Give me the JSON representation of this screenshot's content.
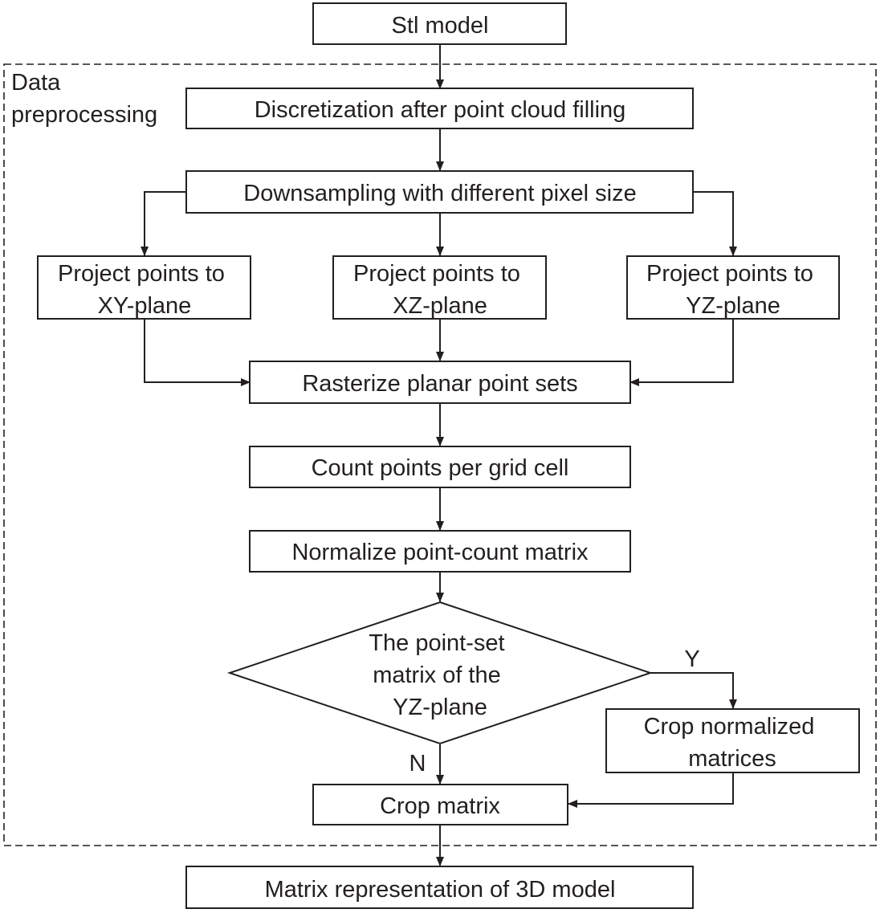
{
  "group_label": [
    "Data",
    "preprocessing"
  ],
  "nodes": {
    "stl": [
      "Stl model"
    ],
    "discretize": [
      "Discretization after point cloud filling"
    ],
    "downsample": [
      "Downsampling with different pixel size"
    ],
    "proj_xy": [
      "Project points to",
      "XY-plane"
    ],
    "proj_xz": [
      "Project points to",
      "XZ-plane"
    ],
    "proj_yz": [
      "Project points to",
      "YZ-plane"
    ],
    "rasterize": [
      "Rasterize planar point sets"
    ],
    "count": [
      "Count points per grid cell"
    ],
    "normalize": [
      "Normalize point-count matrix"
    ],
    "decision": [
      "The point-set",
      "matrix of the",
      "YZ-plane"
    ],
    "crop_norm": [
      "Crop normalized",
      "matrices"
    ],
    "crop": [
      "Crop matrix"
    ],
    "output": [
      "Matrix representation of 3D model"
    ]
  },
  "edge_labels": {
    "yes": "Y",
    "no": "N"
  },
  "colors": {
    "line": "#231f20",
    "background": "#ffffff"
  }
}
